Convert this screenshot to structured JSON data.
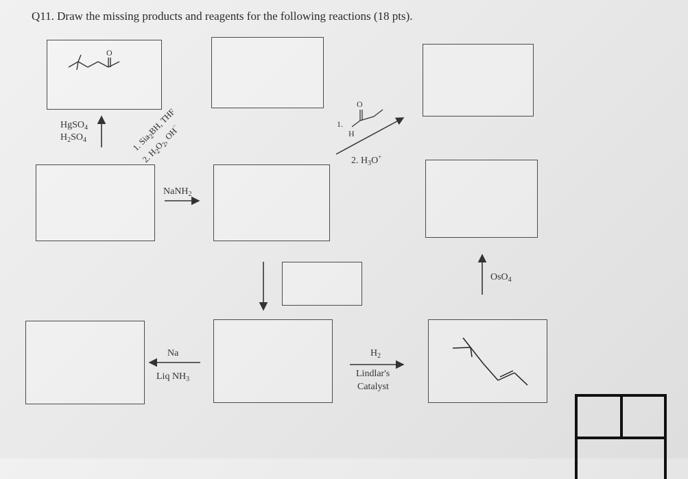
{
  "question": {
    "title": "Q11. Draw the missing products and reagents for the following reactions (18 pts)."
  },
  "reagents": {
    "hg_line1": "HgSO",
    "hg_line1_sub": "4",
    "hg_line2a": "H",
    "hg_line2_sub1": "2",
    "hg_line2b": "SO",
    "hg_line2_sub2": "4",
    "hydroboration_1a": "1. Sia",
    "hydroboration_1_sub": "2",
    "hydroboration_1b": "BH, THF",
    "hydroboration_2a": "2. H",
    "hydroboration_2_sub1": "2",
    "hydroboration_2b": "O",
    "hydroboration_2_sub2": "2",
    "hydroboration_2c": ", OH",
    "hydroboration_2_sup": "−",
    "aldehyde_step1": "1.",
    "aldehyde_h": "H",
    "aldehyde_o": "O",
    "acid_a": "2. H",
    "acid_sub": "3",
    "acid_b": "O",
    "acid_sup": "+",
    "nanh2_a": "NaNH",
    "nanh2_sub": "2",
    "oso4_a": "OsO",
    "oso4_sub": "4",
    "na": "Na",
    "liq_a": "Liq NH",
    "liq_sub": "3",
    "h2_a": "H",
    "h2_sub": "2",
    "lindlar1": "Lindlar's",
    "lindlar2": "Catalyst"
  },
  "structures": {
    "ketone_o": "O"
  }
}
